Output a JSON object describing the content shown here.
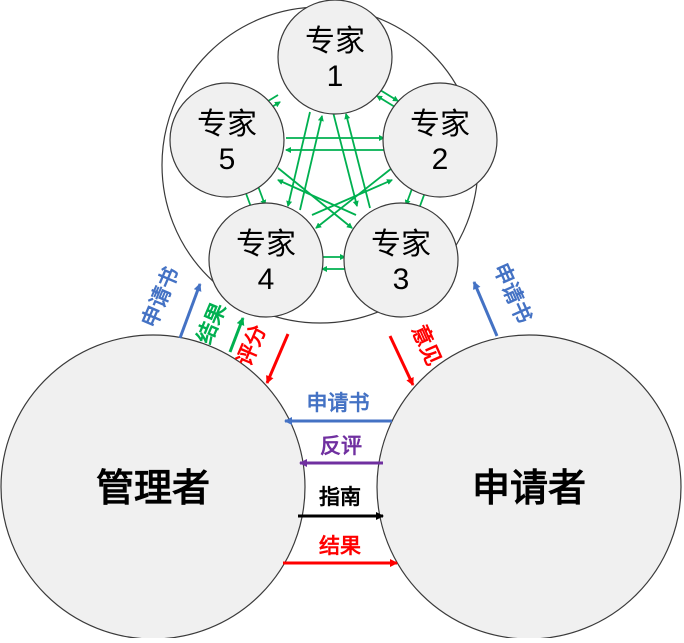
{
  "experts": [
    {
      "title": "专家",
      "number": "1"
    },
    {
      "title": "专家",
      "number": "2"
    },
    {
      "title": "专家",
      "number": "3"
    },
    {
      "title": "专家",
      "number": "4"
    },
    {
      "title": "专家",
      "number": "5"
    }
  ],
  "parties": {
    "manager": "管理者",
    "applicant": "申请者"
  },
  "flows": {
    "manager_to_panel_application": "申请书",
    "panel_to_manager_result": "结果",
    "panel_to_manager_score": "评分",
    "panel_to_applicant_opinion": "意见",
    "applicant_to_panel_application": "申请书",
    "applicant_to_manager_application": "申请书",
    "applicant_to_manager_rebuttal": "反评",
    "manager_to_applicant_guide": "指南",
    "manager_to_applicant_result": "结果"
  },
  "colors": {
    "application": "#4472c4",
    "result_green": "#00b050",
    "score_red": "#ff0000",
    "rebuttal": "#7030a0",
    "guide": "#000000",
    "expert_links": "#00b050"
  }
}
